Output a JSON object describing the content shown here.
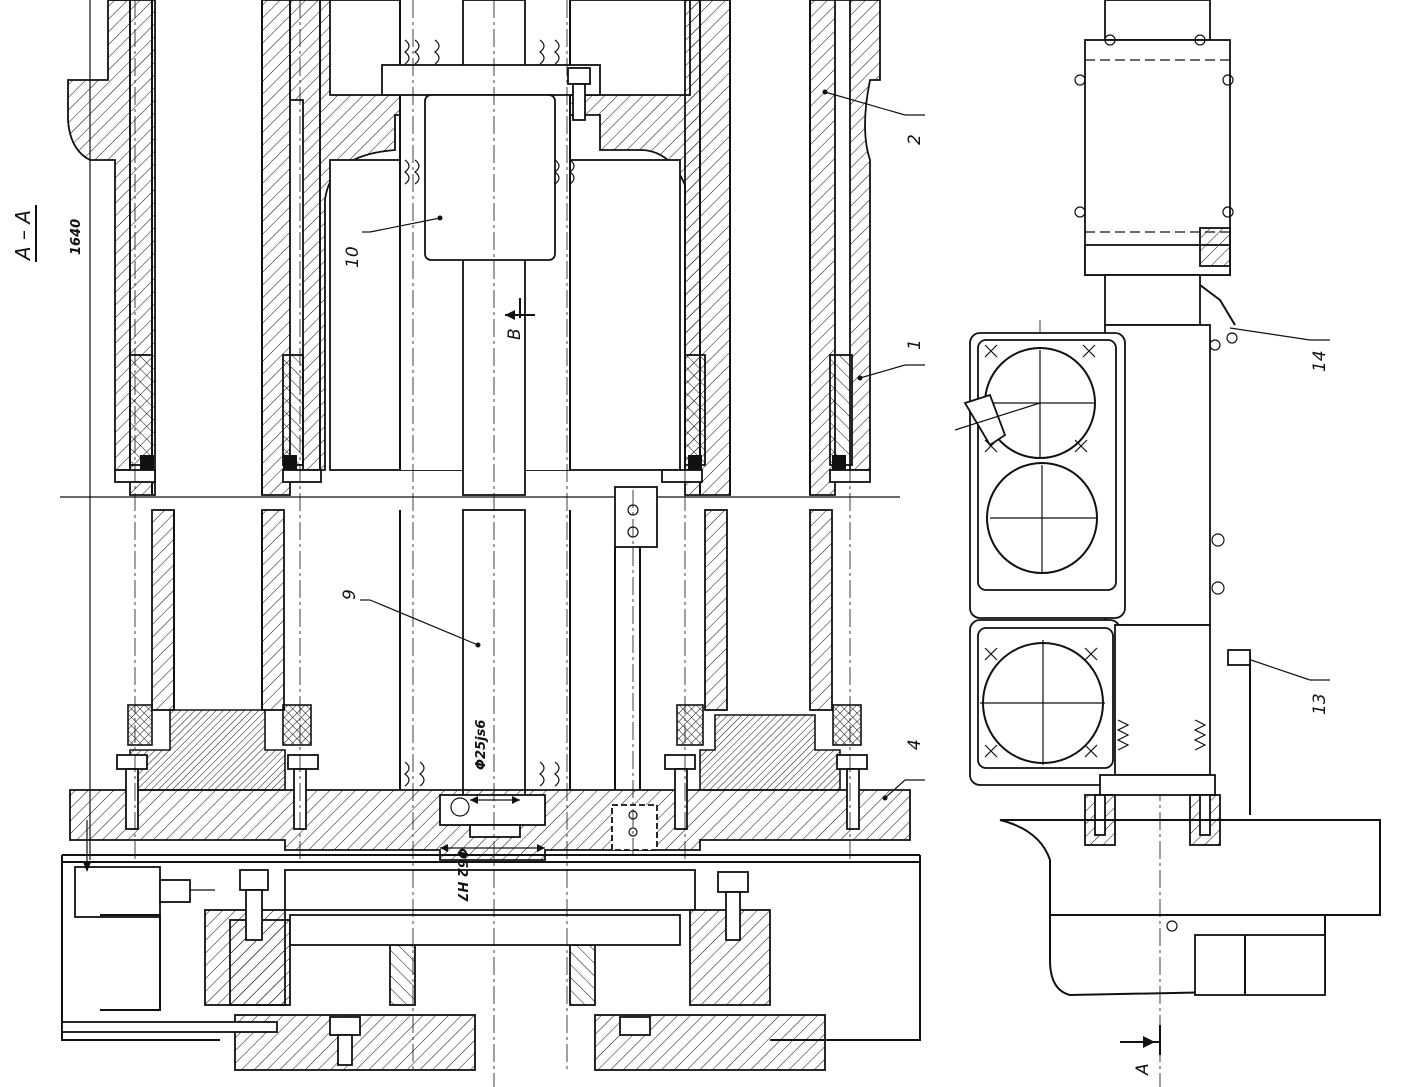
{
  "section_title": "A – A",
  "dimension_1640": "1640",
  "callouts": {
    "c1": "1",
    "c2": "2",
    "c4": "4",
    "c9": "9",
    "c10": "10",
    "c13": "13",
    "c14": "14"
  },
  "dimensions": {
    "shaft_fit": "Φ25js6",
    "bore_fit": "Φ62 H7"
  },
  "view_markers": {
    "b_arrow": "B",
    "a_arrow": "A"
  }
}
